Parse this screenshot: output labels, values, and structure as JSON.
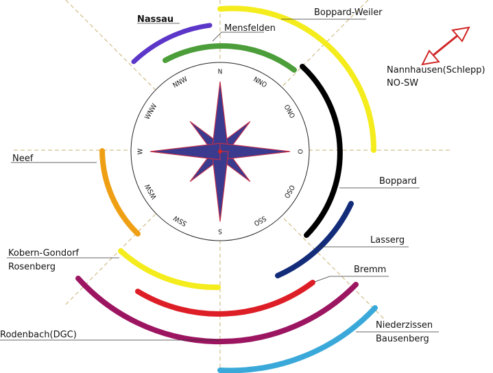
{
  "compass": {
    "directions": [
      "N",
      "NNO",
      "ONO",
      "O",
      "OSO",
      "SSO",
      "S",
      "SSW",
      "WSW",
      "W",
      "WNW",
      "NNW"
    ]
  },
  "sites": [
    {
      "name": "Nassau",
      "color": "#5b36c8"
    },
    {
      "name": "Mensfelden",
      "color": "#999999"
    },
    {
      "name": "Boppard-Weiler",
      "color": "#111111"
    },
    {
      "name": "Nannhausen(Schlepp)",
      "color": "#111111"
    },
    {
      "name": "NO-SW",
      "color": "#111111"
    },
    {
      "name": "Neef",
      "color": "#111111"
    },
    {
      "name": "Boppard",
      "color": "#111111"
    },
    {
      "name": "Lasserg",
      "color": "#111111"
    },
    {
      "name": "Kobern-Gondorf",
      "color": "#111111"
    },
    {
      "name": "Rosenberg",
      "color": "#111111"
    },
    {
      "name": "Bremm",
      "color": "#111111"
    },
    {
      "name": "Rodenbach(DGC)",
      "color": "#999999"
    },
    {
      "name": "Niederzissen",
      "color": "#111111"
    },
    {
      "name": "Bausenberg",
      "color": "#111111"
    }
  ],
  "arcs": [
    {
      "site": "Nassau",
      "color": "#5b36c8"
    },
    {
      "site": "Mensfelden",
      "color": "#4c9e3a"
    },
    {
      "site": "Boppard-Weiler",
      "color": "#f4ec1c"
    },
    {
      "site": "Boppard",
      "color": "#000000"
    },
    {
      "site": "Lasserg",
      "color": "#132c7a"
    },
    {
      "site": "Neef",
      "color": "#ef9f14"
    },
    {
      "site": "Kobern-Gondorf Rosenberg",
      "color": "#f4ec1c"
    },
    {
      "site": "Bremm",
      "color": "#dd1e26"
    },
    {
      "site": "Rodenbach(DGC)",
      "color": "#9c1561"
    },
    {
      "site": "Niederzissen Bausenberg",
      "color": "#3aa9d9"
    }
  ],
  "wind_arrow": {
    "color": "#d02626"
  }
}
